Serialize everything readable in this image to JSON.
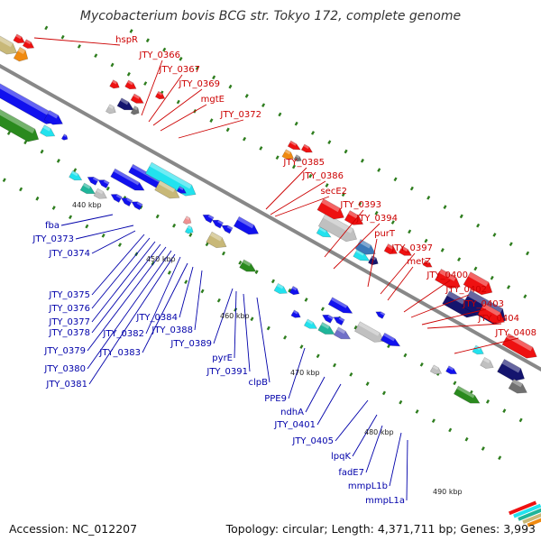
{
  "title": "Mycobacterium bovis BCG str. Tokyo 172, complete genome",
  "footer": {
    "accession": "Accession: NC_012207",
    "stats": "Topology: circular; Length: 4,371,711 bp; Genes: 3,993"
  },
  "colors": {
    "plus_label": "#cc0000",
    "minus_label": "#0000aa",
    "backbone": "#888888",
    "tick": "#2e7d1e",
    "red": "#ee1111",
    "blue": "#1111ee",
    "navy": "#14146e",
    "cyan": "#22e2ee",
    "green": "#2a8a1e",
    "tan": "#c8b878",
    "gray": "#c0c0c0",
    "orange": "#f08a10",
    "teal": "#1fb59a",
    "slate": "#7070c8",
    "steel": "#3a78b8",
    "pink": "#f09090",
    "darkgray": "#707070"
  },
  "kbp_labels": [
    "440 kbp",
    "450 kbp",
    "460 kbp",
    "470 kbp",
    "480 kbp",
    "490 kbp"
  ],
  "plus_genes": [
    "hspR",
    "JTY_0366",
    "JTY_0367",
    "JTY_0369",
    "mgtE",
    "JTY_0372",
    "JTY_0385",
    "JTY_0386",
    "secE2",
    "JTY_0393",
    "JTY_0394",
    "purT",
    "JTY_0397",
    "metZ",
    "JTY_0400",
    "JTY_0402",
    "JTY_0403",
    "JTY_0404",
    "JTY_0408"
  ],
  "minus_genes": [
    "fba",
    "JTY_0373",
    "JTY_0374",
    "JTY_0375",
    "JTY_0376",
    "JTY_0377",
    "JTY_0378",
    "JTY_0379",
    "JTY_0380",
    "JTY_0381",
    "JTY_0382",
    "JTY_0383",
    "JTY_0384",
    "JTY_0388",
    "JTY_0389",
    "pyrE",
    "JTY_0391",
    "clpB",
    "PPE9",
    "ndhA",
    "JTY_0401",
    "JTY_0405",
    "lpqK",
    "fadE7",
    "mmpL1b",
    "mmpL1a"
  ]
}
